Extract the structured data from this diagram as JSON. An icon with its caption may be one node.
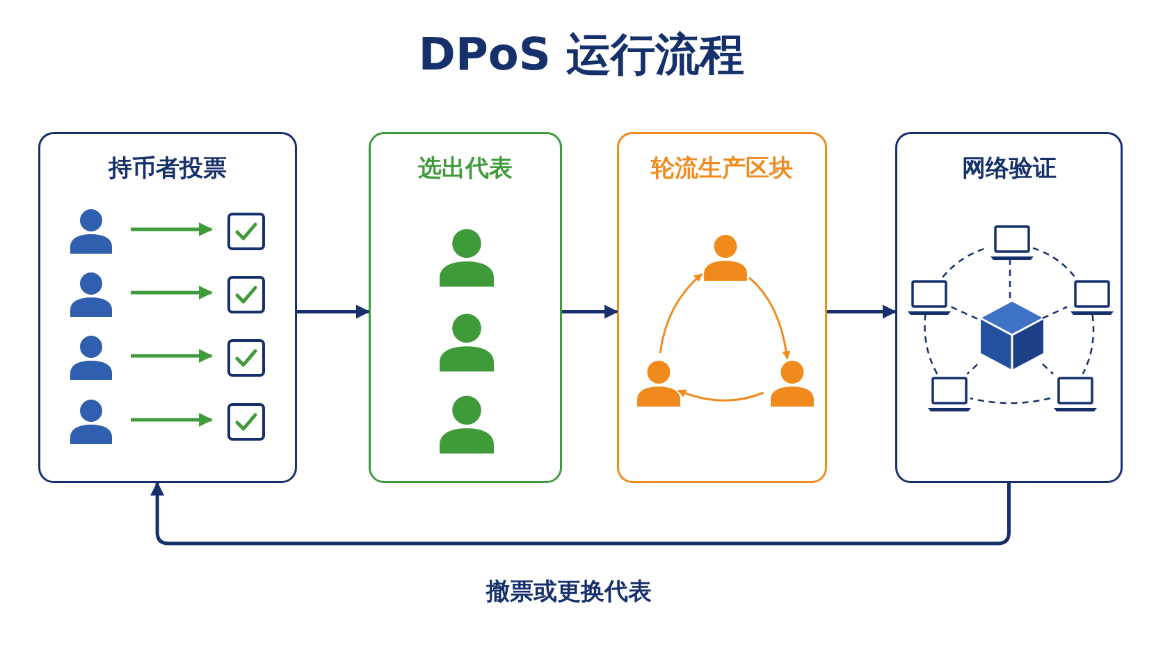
{
  "diagram": {
    "title": "DPoS 运行流程",
    "nodes": [
      {
        "text": [
          "持币者投票"
        ]
      },
      {
        "text": [],
        "shape": "person",
        "in": 0
      },
      {
        "text": [],
        "shape": "person",
        "in": 0
      },
      {
        "text": [],
        "shape": "person",
        "in": 0
      },
      {
        "text": [],
        "shape": "person",
        "in": 0
      },
      {
        "text": [],
        "shape": "box",
        "in": 0
      },
      {
        "text": [],
        "shape": "box",
        "in": 0
      },
      {
        "text": [],
        "shape": "box",
        "in": 0
      },
      {
        "text": [],
        "shape": "box",
        "in": 0
      },
      {
        "text": [
          "选出代表"
        ]
      },
      {
        "text": [],
        "shape": "person",
        "in": 9
      },
      {
        "text": [],
        "shape": "person",
        "in": 9
      },
      {
        "text": [],
        "shape": "person",
        "in": 9
      },
      {
        "text": [
          "轮流生产区块"
        ]
      },
      {
        "text": [],
        "shape": "person",
        "in": 13
      },
      {
        "text": [],
        "shape": "person",
        "in": 13
      },
      {
        "text": [],
        "shape": "person",
        "in": 13
      },
      {
        "text": [
          "网络验证"
        ]
      },
      {
        "text": [],
        "shape": "cube",
        "in": 17
      },
      {
        "text": [],
        "shape": "laptop",
        "in": 17
      },
      {
        "text": [],
        "shape": "laptop",
        "in": 17
      },
      {
        "text": [],
        "shape": "laptop",
        "in": 17
      },
      {
        "text": [],
        "shape": "laptop",
        "in": 17
      },
      {
        "text": [],
        "shape": "laptop",
        "in": 17
      }
    ],
    "edges": [
      {
        "from": 1,
        "to": 5,
        "arrow": "to",
        "color": "#3f9b3a"
      },
      {
        "from": 2,
        "to": 6,
        "arrow": "to",
        "color": "#3f9b3a"
      },
      {
        "from": 3,
        "to": 7,
        "arrow": "to",
        "color": "#3f9b3a"
      },
      {
        "from": 4,
        "to": 8,
        "arrow": "to",
        "color": "#3f9b3a"
      },
      {
        "from": 0,
        "to": 9,
        "arrow": "to"
      },
      {
        "from": 9,
        "to": 13,
        "arrow": "to"
      },
      {
        "from": 13,
        "to": 17,
        "arrow": "to"
      },
      {
        "from": 17,
        "to": 0,
        "arrow": "to",
        "label": "撤票或更换代表"
      },
      {
        "from": 14,
        "to": 16,
        "arrow": "to",
        "color": "#f08a1c"
      },
      {
        "from": 16,
        "to": 15,
        "arrow": "to",
        "color": "#f08a1c"
      },
      {
        "from": 15,
        "to": 14,
        "arrow": "to",
        "color": "#f08a1c"
      },
      {
        "from": 18,
        "to": 19,
        "arrow": "none",
        "style": "dashed"
      },
      {
        "from": 18,
        "to": 20,
        "arrow": "none",
        "style": "dashed"
      },
      {
        "from": 18,
        "to": 21,
        "arrow": "none",
        "style": "dashed"
      },
      {
        "from": 18,
        "to": 22,
        "arrow": "none",
        "style": "dashed"
      },
      {
        "from": 18,
        "to": 23,
        "arrow": "none",
        "style": "dashed"
      },
      {
        "from": 19,
        "to": 21,
        "arrow": "none",
        "style": "dashed"
      },
      {
        "from": 21,
        "to": 23,
        "arrow": "none",
        "style": "dashed"
      },
      {
        "from": 23,
        "to": 22,
        "arrow": "none",
        "style": "dashed"
      },
      {
        "from": 22,
        "to": 20,
        "arrow": "none",
        "style": "dashed"
      },
      {
        "from": 20,
        "to": 19,
        "arrow": "none",
        "style": "dashed"
      }
    ]
  }
}
